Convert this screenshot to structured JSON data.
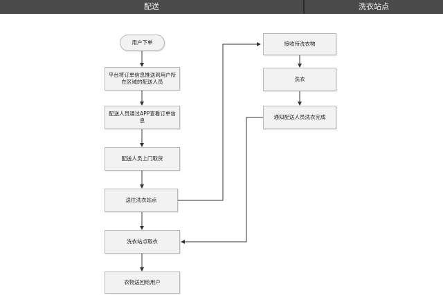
{
  "lanes": {
    "left": "配送",
    "right": "洗衣站点"
  },
  "nodes": {
    "start": "用户下单",
    "push": "平台将订单信息推送到用户所在区域的配送人员",
    "view": "配送人员通过APP查看订单信息",
    "pickup": "配送人员上门取货",
    "deliver": "送往洗衣站点",
    "collect": "洗衣站点取衣",
    "return": "衣物送回给用户",
    "receive": "接收待洗衣物",
    "wash": "洗衣",
    "notify": "通知配送人员洗衣完成"
  },
  "colors": {
    "header_bg": "#4a4a4a",
    "node_bg": "#f2f2f2",
    "line": "#333333"
  }
}
